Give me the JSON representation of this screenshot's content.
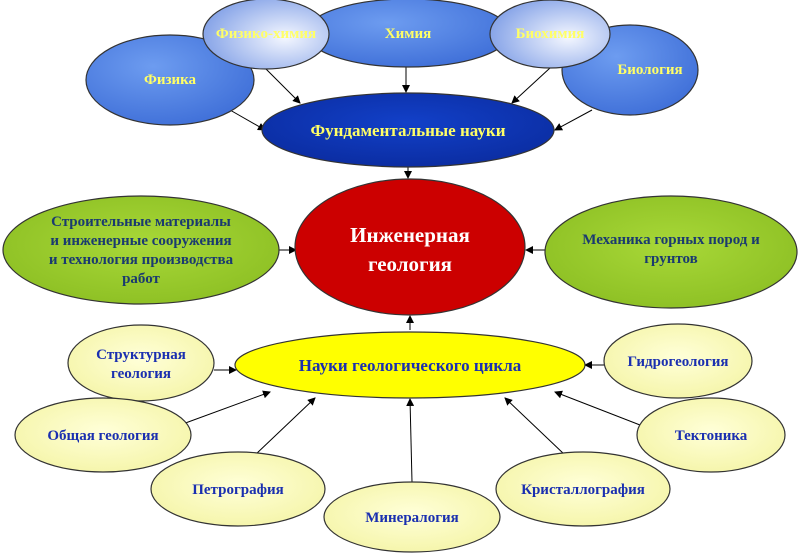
{
  "top": {
    "physics": "Физика",
    "physchem": "Физико-химия",
    "chemistry": "Химия",
    "biochem": "Биохимия",
    "biology": "Биология",
    "fundamental": "Фундаментальные науки"
  },
  "center": {
    "line1": "Инженерная",
    "line2": "геология"
  },
  "left": {
    "lines": [
      "Строительные материалы",
      "и инженерные сооружения",
      "и технология производства",
      "работ"
    ]
  },
  "right": {
    "lines": [
      "Механика горных пород и",
      "грунтов"
    ]
  },
  "bottom": {
    "geocycle": "Науки геологического цикла",
    "structural": [
      "Структурная",
      "геология"
    ],
    "general": "Общая геология",
    "petrography": "Петрография",
    "mineralogy": "Минералогия",
    "crystallography": "Кристаллография",
    "tectonics": "Тектоника",
    "hydrogeology": "Гидрогеология"
  }
}
